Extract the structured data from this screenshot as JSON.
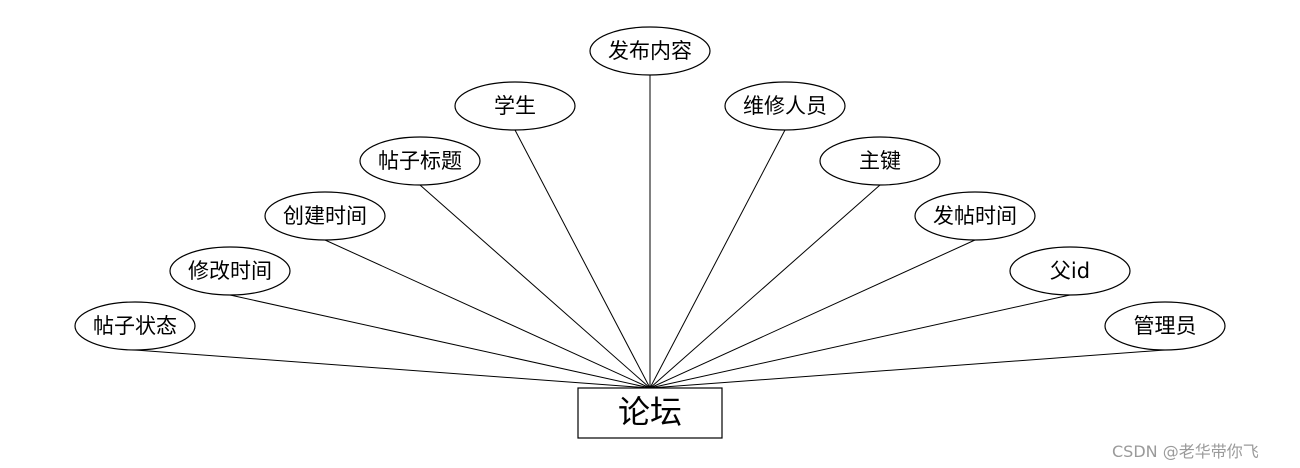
{
  "entity": {
    "name": "论坛"
  },
  "attributes": [
    {
      "id": "status",
      "label": "帖子状态"
    },
    {
      "id": "modify-time",
      "label": "修改时间"
    },
    {
      "id": "create-time",
      "label": "创建时间"
    },
    {
      "id": "title",
      "label": "帖子标题"
    },
    {
      "id": "student",
      "label": "学生"
    },
    {
      "id": "content",
      "label": "发布内容"
    },
    {
      "id": "maintainer",
      "label": "维修人员"
    },
    {
      "id": "primary-key",
      "label": "主键"
    },
    {
      "id": "post-time",
      "label": "发帖时间"
    },
    {
      "id": "parent-id",
      "label": "父id"
    },
    {
      "id": "admin",
      "label": "管理员"
    }
  ],
  "watermark": "CSDN @老华带你飞"
}
